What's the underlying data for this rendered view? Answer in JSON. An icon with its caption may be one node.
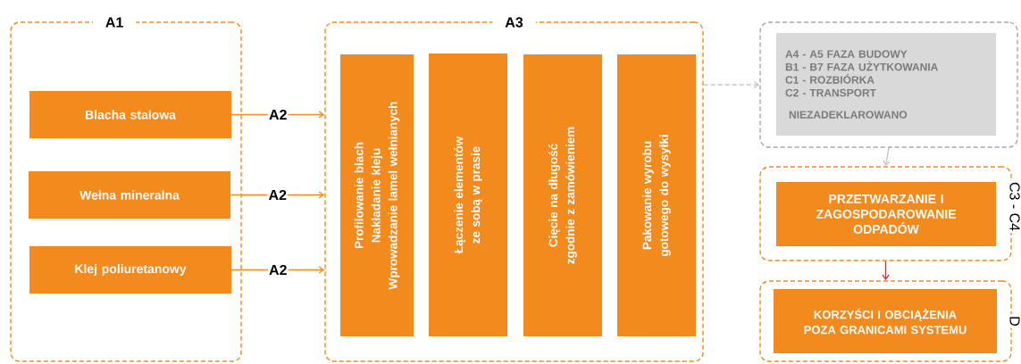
{
  "diagram": {
    "nodes": [
      {
        "text": [
          "A1"
        ]
      },
      {
        "text": [
          "Blacha stalowa"
        ],
        "in": 0
      },
      {
        "text": [
          "Wełna mineralna"
        ],
        "in": 0
      },
      {
        "text": [
          "Klej poliuretanowy"
        ],
        "in": 0
      },
      {
        "text": [
          "A3"
        ]
      },
      {
        "text": [
          "Profilowanie blach",
          "Nakładanie kleju",
          "Wprowadzanie lamel wełnianych"
        ],
        "in": 4
      },
      {
        "text": [
          "Łączenie elementów ze sobą w prasie"
        ],
        "in": 4
      },
      {
        "text": [
          "Cięcie na długość zgodnie z zamówieniem"
        ],
        "in": 4
      },
      {
        "text": [
          "Pakowanie wyrobu gotowego do wysyłki"
        ],
        "in": 4
      },
      {
        "text": [],
        "shape": "box"
      },
      {
        "text": [
          "A4 - A5 FAZA BUDOWY",
          "B1 - B7 FAZA UŻYTKOWANIA",
          "C1 - ROZBIÓRKA",
          "C2 - TRANSPORT",
          "NIEZADEKLAROWANO"
        ],
        "in": 9
      },
      {
        "text": [
          "C3 - C4"
        ]
      },
      {
        "text": [
          "PRZETWARZANIE I ZAGOSPODAROWANIE ODPADÓW"
        ],
        "in": 11
      },
      {
        "text": [
          "D"
        ]
      },
      {
        "text": [
          "KORZYŚCI I OBCIĄŻENIA POZA GRANICAMI SYSTEMU"
        ],
        "in": 13
      }
    ],
    "edges": [
      {
        "from": 1,
        "to": 4,
        "arrow": "to",
        "label": "A2"
      },
      {
        "from": 2,
        "to": 4,
        "arrow": "to",
        "label": "A2"
      },
      {
        "from": 3,
        "to": 4,
        "arrow": "to",
        "label": "A2"
      },
      {
        "from": 4,
        "to": 9,
        "arrow": "to",
        "style": "dashed",
        "color": "#c8c8c8"
      },
      {
        "from": 9,
        "to": 11,
        "arrow": "to",
        "color": "#c8c8c8"
      },
      {
        "from": 11,
        "to": 13,
        "arrow": "to",
        "color": "#d9322b"
      }
    ]
  }
}
